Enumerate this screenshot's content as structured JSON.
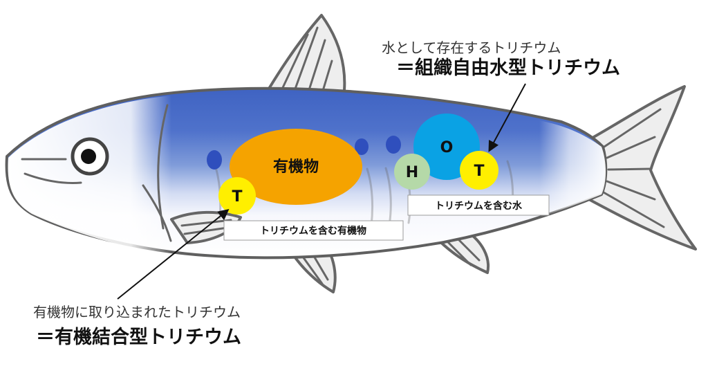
{
  "organic": {
    "ellipse_label": "有機物",
    "atom": "T",
    "box_label": "トリチウムを含む有機物"
  },
  "water": {
    "oxygen": "O",
    "hydrogen": "H",
    "tritium": "T",
    "box_label": "トリチウムを含む水"
  },
  "annotations": {
    "top_line1": "水として存在するトリチウム",
    "top_line2": "＝組織自由水型トリチウム",
    "bottom_line1": "有機物に取り込まれたトリチウム",
    "bottom_line2": "＝有機結合型トリチウム"
  },
  "colors": {
    "fish_blue": "#3f63c2",
    "organic_orange": "#f5a300",
    "tritium_yellow": "#ffef00",
    "oxygen_blue": "#0aa2e4",
    "hydrogen_green": "#b5d9a8"
  }
}
